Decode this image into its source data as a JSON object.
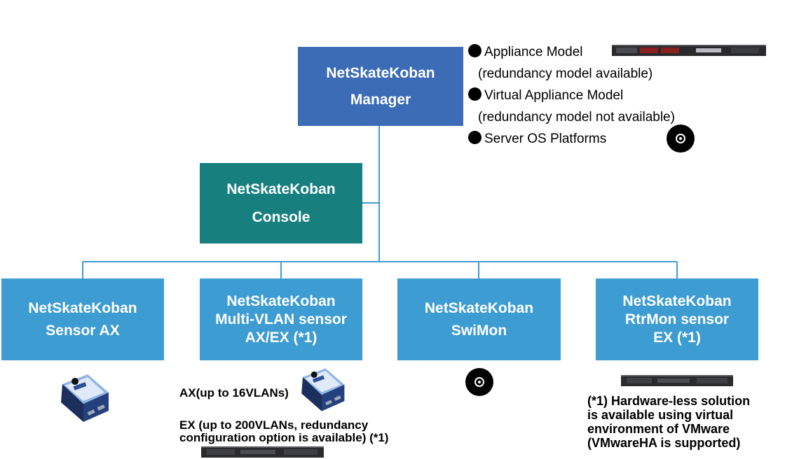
{
  "colors": {
    "manager": "#3b6cb5",
    "console": "#17807f",
    "sensor": "#3d9cd2",
    "connector": "#3d9cd2"
  },
  "manager": {
    "line1": "NetSkateKoban",
    "line2": "Manager"
  },
  "console": {
    "line1": "NetSkateKoban",
    "line2": "Console"
  },
  "sensors": [
    {
      "line1": "NetSkateKoban",
      "line2": "Sensor AX"
    },
    {
      "line1": "NetSkateKoban",
      "line2": "Multi-VLAN sensor",
      "line3": "AX/EX (*1)"
    },
    {
      "line1": "NetSkateKoban",
      "line2": "SwiMon"
    },
    {
      "line1": "NetSkateKoban",
      "line2": "RtrMon sensor",
      "line3": "EX (*1)"
    }
  ],
  "manager_models": {
    "appliance": "Appliance Model",
    "appliance_note": "(redundancy model available)",
    "virtual": "Virtual Appliance Model",
    "virtual_note": "(redundancy model not available)",
    "server_os": "Server OS Platforms"
  },
  "notes": {
    "ax_vlans": "AX(up to 16VLANs)",
    "ex_line1": "EX (up to 200VLANs, redundancy",
    "ex_line2": "configuration option is available) (*1)",
    "footnote_line1": "(*1) Hardware-less solution",
    "footnote_line2": "is available using virtual",
    "footnote_line3": "environment of VMware",
    "footnote_line4": "(VMwareHA is supported)"
  },
  "icons": {
    "appliance": "rack-server-icon",
    "server_os": "disc-icon",
    "sensor_device": "sensor-box-icon"
  }
}
